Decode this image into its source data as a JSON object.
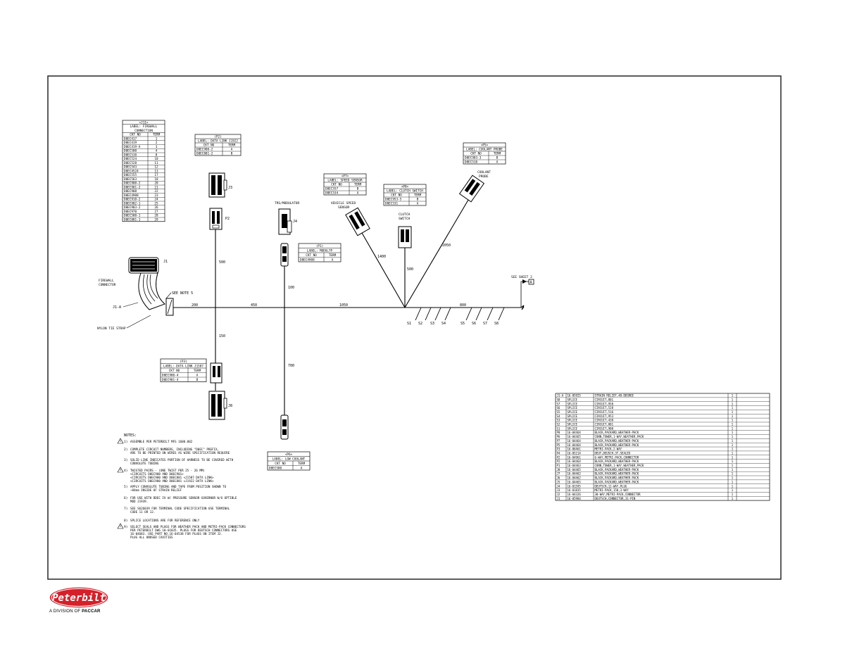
{
  "connector_tables": [
    {
      "id": "j11",
      "title": "<J11>",
      "label_lines": [
        "LABEL: FIREWALL",
        "CONNECTION"
      ],
      "columns": [
        "CKT NO",
        "TERM"
      ],
      "rows": [
        [
          "D0EC417",
          "1"
        ],
        [
          "D0EC419",
          "2"
        ],
        [
          "D0EC419-A",
          "3"
        ],
        [
          "D0EC500",
          "4"
        ],
        [
          "D0EC510",
          "8"
        ],
        [
          "D0EC524",
          "10"
        ],
        [
          "D0EC528",
          "11"
        ],
        [
          "D0EC543",
          "12"
        ],
        [
          "D0EC4524",
          "13"
        ],
        [
          "D0EC555",
          "17"
        ],
        [
          "D0EC563",
          "18"
        ],
        [
          "D0EC900-2",
          "20"
        ],
        [
          "D0EC901-2",
          "21"
        ],
        [
          "D0EC908",
          "22"
        ],
        [
          "D0EC4908",
          "23"
        ],
        [
          "D0EC910-2",
          "24"
        ],
        [
          "D0EC902-1",
          "25"
        ],
        [
          "D0EC903-2",
          "26"
        ],
        [
          "D0EC970",
          "27"
        ],
        [
          "D0EC580-1",
          "28"
        ],
        [
          "D0EC881-1",
          "29"
        ]
      ]
    },
    {
      "id": "p2",
      "title": "(P2)",
      "label_lines": [
        "LABEL: DATA LINK J1922"
      ],
      "columns": [
        "CKT NO",
        "TERM"
      ],
      "rows": [
        [
          "D0EC900-2",
          "A"
        ],
        [
          "D0EC881-2",
          "B"
        ]
      ]
    },
    {
      "id": "p7",
      "title": "<P7>",
      "label_lines": [
        "LABEL: SPEED SENSOR"
      ],
      "columns": [
        "CKT NO",
        "TERM"
      ],
      "rows": [
        [
          "D0EC557",
          "B"
        ],
        [
          "D0EC534",
          "A"
        ]
      ]
    },
    {
      "id": "p8",
      "title": "<P8>",
      "label_lines": [
        "LABEL: CLUTCH SWITCH"
      ],
      "columns": [
        "CKT NO",
        "TERM"
      ],
      "rows": [
        [
          "D0EC953-5",
          "B"
        ],
        [
          "D0EC531",
          "A"
        ]
      ]
    },
    {
      "id": "p5",
      "title": "<P5>",
      "label_lines": [
        "LABEL: COOLANT PROBE"
      ],
      "columns": [
        "CKT NO",
        "TERM"
      ],
      "rows": [
        [
          "D0EC903-3",
          "B"
        ],
        [
          "D0EC510",
          "A"
        ]
      ]
    },
    {
      "id": "p1",
      "title": "(P1)",
      "label_lines": [
        "LABEL: MODULTP"
      ],
      "columns": [
        "CKT NO",
        "TERM"
      ],
      "rows": [
        [
          "D0EC4908",
          "A"
        ]
      ]
    },
    {
      "id": "p3",
      "title": "(P3)",
      "label_lines": [
        "LABEL: DATA LINK J1587"
      ],
      "columns": [
        "CKT NO",
        "TERM"
      ],
      "rows": [
        [
          "D0EC900-4",
          "A"
        ],
        [
          "D0EC901-4",
          "B"
        ]
      ]
    },
    {
      "id": "p6",
      "title": "<P6>",
      "label_lines": [
        "LABEL: LOW COOLANT"
      ],
      "columns": [
        "CKT NO",
        "TERM"
      ],
      "rows": [
        [
          "D0EC580",
          "A"
        ]
      ]
    }
  ],
  "components": {
    "j1": "J1",
    "j1a": "J1-A",
    "firewall_connector": [
      "FIREWALL",
      "CONNECTOR"
    ],
    "see_note": "SEE NOTE 5",
    "nylon_tie": "NYLON TIE STRAP",
    "j3": "J3",
    "p2": "P2",
    "j8": "J8",
    "trs_modulator": "TRS/MODULATOR",
    "j4": "J4",
    "vehicle_speed_sensor": [
      "VEHICLE SPEED",
      "SENSOR"
    ],
    "clutch_switch": [
      "CLUTCH",
      "SWITCH"
    ],
    "coolant_probe": [
      "COOLANT",
      "PROBE"
    ],
    "see_sheet": "SEE SHEET 2",
    "sheet_box": "A"
  },
  "dimensions": {
    "d200": "200",
    "d450": "450",
    "d1050": "1050",
    "d800": "800",
    "d500a": "500",
    "d150": "150",
    "d100": "100",
    "d700": "700",
    "d1400": "1400",
    "d500b": "500",
    "d2050": "2050"
  },
  "splices": [
    "S1",
    "S2",
    "S3",
    "S4",
    "S5",
    "S6",
    "S7",
    "S8"
  ],
  "notes": {
    "heading": "NOTES:",
    "items": [
      {
        "num": "1)",
        "lines": [
          "ASSEMBLE PER PETERBILT MFG 1600.002"
        ],
        "flag": true
      },
      {
        "num": "2)",
        "lines": [
          "COMPLETE CIRCUIT NUMBERS, INCLUDING \"D0EC\" PREFIX,",
          "ARE TO BE PRINTED ON WIRES AS WIRE SPECIFICATION REQUIRE"
        ],
        "flag": false
      },
      {
        "num": "3)",
        "lines": [
          "SOLID LINE INDICATES PORTION OF HARNESS TO BE COVERED WITH",
          "CONVOLUTE TUBING"
        ],
        "flag": false
      },
      {
        "num": "4)",
        "lines": [
          "TWISTED PAIRS - (ONE TWIST PER 25 - 26 MM)",
          "<CIRCUITS D0EC900 AND D0EC901>",
          "<CIRCUITS D0EC900 AND D0EC881 <J1587 DATA LINK>",
          "<CIRCUITS D0EC900 AND D0EC881 <J1922 DATA LINK>"
        ],
        "flag": true
      },
      {
        "num": "5)",
        "lines": [
          "APPLY CONVOLUTE TUBING AND TAPE FROM POSITION SHOWN TO",
          "~84mm INSIDE OF STRAIN RELIEF"
        ],
        "flag": false
      },
      {
        "num": "6)",
        "lines": [
          "FOR USE WITH DDEC IV W/ PRESSURE SENSOR GOVERNOR W/O OPTIBLE",
          "MOD J1939."
        ],
        "flag": false
      },
      {
        "num": "7)",
        "lines": [
          "SEE S626039 FOR TERMINAL CODE SPECIFICATION USE TERMINAL",
          "CODE 11 OR 12."
        ],
        "flag": false
      },
      {
        "num": "8)",
        "lines": [
          "SPLICE LOCATIONS ARE FOR REFERENCE ONLY"
        ],
        "flag": false
      },
      {
        "num": "9)",
        "lines": [
          "SELECT SEALS AND PLUGS FOR WEATHER PACK AND METRI-PACK CONNECTORS",
          "PER PETERBILT DWG 10-01035. PLUGS FOR DEUTSCH CONNECTORS USE",
          "16-04683. USE PART NO.16-04538 FOR PLUGS ON ITEM J2.",
          "PLUG ALL UNUSED CAVITIES"
        ],
        "flag": true
      }
    ]
  },
  "parts_list": [
    [
      "J1-A",
      "16-05925",
      "STRAIN RELIEF,40-DEGREE",
      "1"
    ],
    [
      "S8",
      "SPLICE",
      "CIRCUIT,801",
      "1"
    ],
    [
      "S7",
      "SPLICE",
      "CIRCUIT,950",
      "1"
    ],
    [
      "S6",
      "SPLICE",
      "CIRCUIT,528",
      "1"
    ],
    [
      "S5",
      "SPLICE",
      "CIRCUIT,516",
      "1"
    ],
    [
      "S4",
      "SPLICE",
      "CIRCUIT,953",
      "1"
    ],
    [
      "S3",
      "SPLICE",
      "CIRCUIT,438",
      "1"
    ],
    [
      "S2",
      "SPLICE",
      "CIRCUIT,881",
      "1"
    ],
    [
      "S1",
      "SPLICE",
      "CIRCUIT,900",
      "1"
    ],
    [
      "P8",
      "16-04464",
      "BLACK,PACKARD,WEATHER-PACK",
      "1"
    ],
    [
      "P6",
      "16-04465",
      "CONN,TOWER,1-WAY,WEATHER,PACK",
      "1"
    ],
    [
      "P7",
      "16-04464",
      "BLACK,PACKARD,WEATHER-PACK",
      "1"
    ],
    [
      "P5",
      "16-04464",
      "BLACK,PACKARD,WEATHER-PACK",
      "1"
    ],
    [
      "P3",
      "16-06461",
      "METRI-PACK,2-WAY",
      "1"
    ],
    [
      "P4",
      "16-05214",
      "DEUT,DEUSCH,3T,SEALED",
      "1"
    ],
    [
      "P2",
      "16-04961",
      "6-WAY,METRI-PACK,CONNECTOR",
      "1"
    ],
    [
      "P2",
      "16-04464",
      "BLACK,PACKARD,WEATHER-PACK",
      "1"
    ],
    [
      "P1",
      "16-04463",
      "CONN,TOWER,1-WAY,WEATHER,PACK",
      "1"
    ],
    [
      "J8",
      "16-04465",
      "BLACK,PACKARD,WEATHER-PACK",
      "1"
    ],
    [
      "J7",
      "16-04462",
      "BLACK,PACKARD,WEATHER-PACK",
      "1"
    ],
    [
      "J6",
      "16-04462",
      "BLACK,PACKARD,WEATHER-PACK",
      "1"
    ],
    [
      "J5",
      "16-04465",
      "BLACK,PACKARD,WEATHER-PACK",
      "1"
    ],
    [
      "J4",
      "16-01595",
      "DEUTSCH,12-WAY,PLUG",
      "1"
    ],
    [
      "J3",
      "16-01835",
      "METRI-PACK,150,3-WAY",
      "1"
    ],
    [
      "J2",
      "16-04326",
      "30-WAY,METRI-PACK,CONNECTOR",
      "1"
    ],
    [
      "J1",
      "16-05984",
      "DEUTSCH,CONNECTOR,31-PIN",
      "1"
    ]
  ],
  "logo": {
    "brand": "Peterbilt",
    "tagline_prefix": "A DIVISION OF",
    "tagline_company": "PACCAR",
    "color": "#d4202a"
  }
}
